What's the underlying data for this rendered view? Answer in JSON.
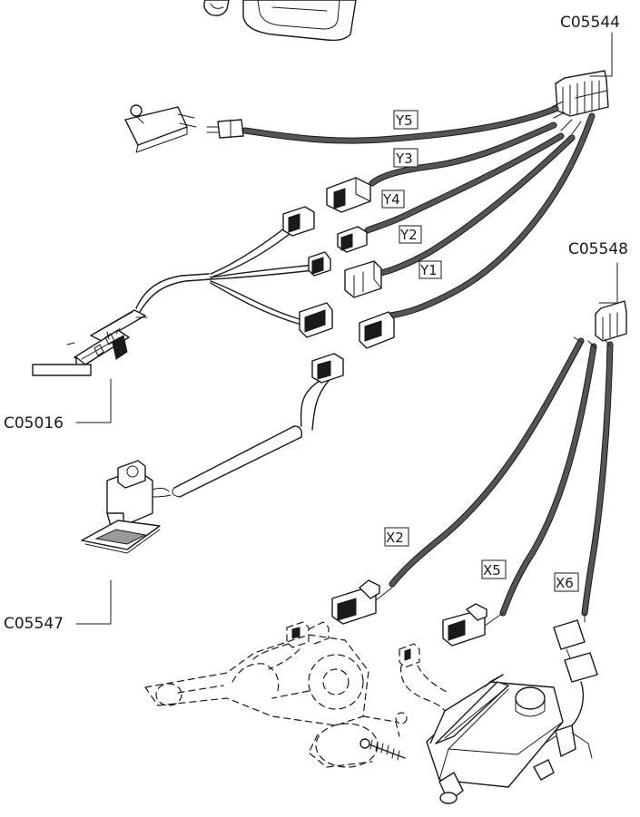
{
  "diagram": {
    "parts": {
      "c05544": "C05544",
      "c05548": "C05548",
      "c05016": "C05016",
      "c05547": "C05547"
    },
    "wires": {
      "y5": "Y5",
      "y3": "Y3",
      "y4": "Y4",
      "y2": "Y2",
      "y1": "Y1",
      "x2": "X2",
      "x5": "X5",
      "x6": "X6"
    }
  }
}
